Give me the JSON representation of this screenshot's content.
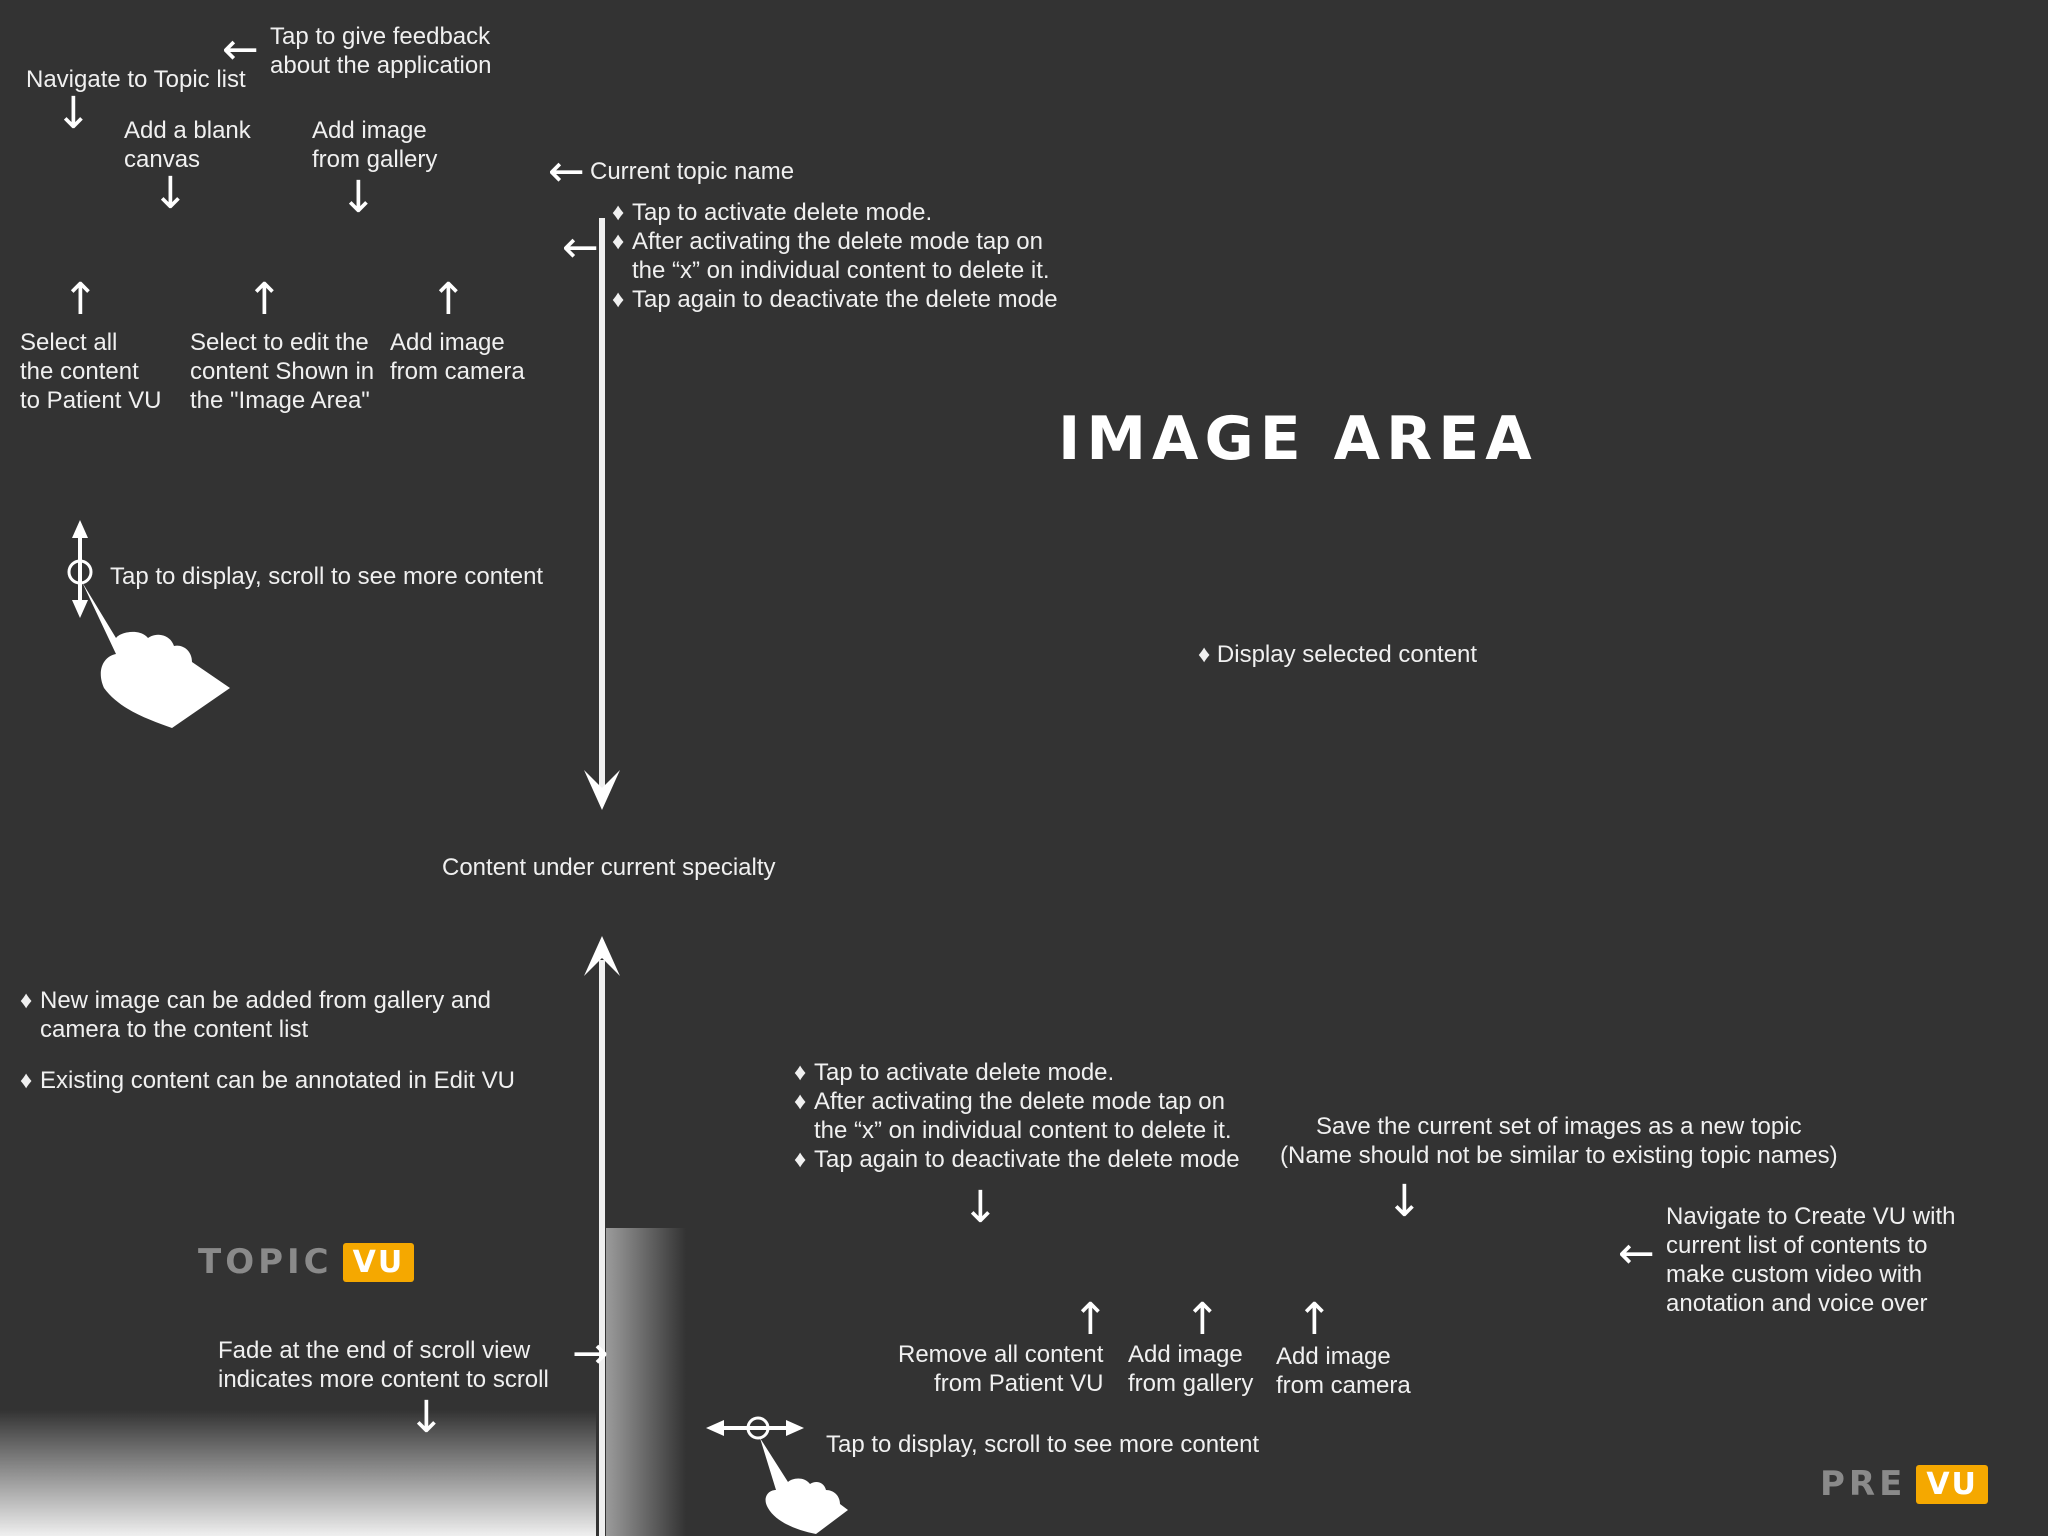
{
  "top": {
    "feedback": [
      "Tap to give feedback",
      "about the application"
    ],
    "navigate_topic": "Navigate to Topic list",
    "blank_canvas": [
      "Add a blank",
      "canvas"
    ],
    "gallery": [
      "Add image",
      "from gallery"
    ],
    "current_topic": "Current topic name",
    "select_all": [
      "Select all",
      "the content",
      "to Patient VU"
    ],
    "select_edit": [
      "Select to edit the",
      "content Shown in",
      "the \"Image Area\""
    ],
    "camera": [
      "Add image",
      "from camera"
    ],
    "delete": [
      "Tap to activate delete mode.",
      "After activating the delete mode tap on",
      "the “x” on individual content to delete it.",
      "Tap again to deactivate the delete mode"
    ],
    "tap_scroll": "Tap to display, scroll to see more content"
  },
  "image_area": {
    "title": "IMAGE AREA",
    "display": "Display selected content"
  },
  "middle": {
    "content_under": "Content under current specialty"
  },
  "bottom_left": {
    "new_image": [
      "New image can be added from gallery and",
      "camera to the content list"
    ],
    "existing": "Existing content can be annotated in Edit VU",
    "logo_a": "TOPIC",
    "logo_b": "VU",
    "fade": [
      "Fade at the end of scroll view",
      "indicates more content to scroll"
    ]
  },
  "bottom_right": {
    "delete": [
      "Tap to activate delete mode.",
      "After activating the delete mode tap on",
      "the “x” on individual content to delete it.",
      "Tap again to deactivate the delete mode"
    ],
    "save": [
      "Save the current set of images as a new topic",
      "(Name should not be similar to existing topic names)"
    ],
    "create": [
      "Navigate to Create VU with",
      "current list of contents to",
      "make custom video with",
      "anotation and voice over"
    ],
    "remove": [
      "Remove all content",
      "from Patient VU"
    ],
    "gallery": [
      "Add image",
      "from gallery"
    ],
    "camera": [
      "Add image",
      "from camera"
    ],
    "tap_scroll": "Tap to display, scroll to see more content",
    "logo_a": "PRE",
    "logo_b": "VU"
  },
  "colors": {
    "background": "#333333",
    "accent": "#f5a800",
    "text": "#f0f0f0"
  },
  "icons": [
    "arrow-left-icon",
    "arrow-down-icon",
    "arrow-up-icon",
    "hand-vertical-scroll-icon",
    "hand-horizontal-scroll-icon"
  ]
}
